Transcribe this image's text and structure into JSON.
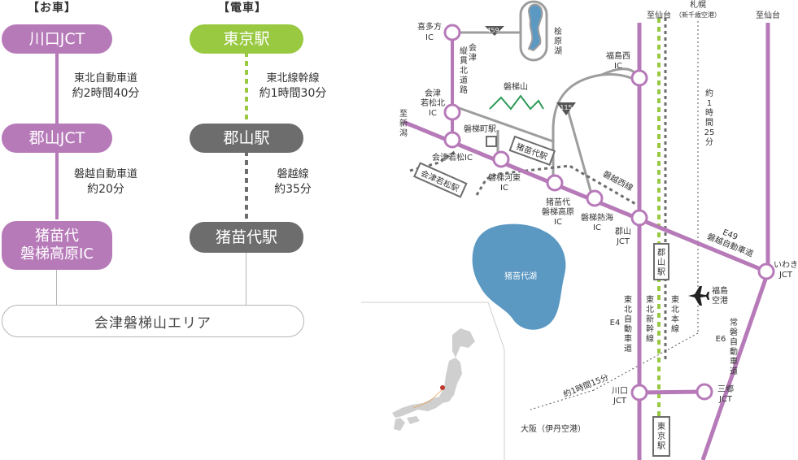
{
  "car": {
    "header": "【お車】",
    "node1": "川口JCT",
    "seg1_line1": "東北自動車道",
    "seg1_line2": "約2時間40分",
    "node2": "郡山JCT",
    "seg2_line1": "磐越自動車道",
    "seg2_line2": "約20分",
    "node3_line1": "猪苗代",
    "node3_line2": "磐梯高原IC"
  },
  "train": {
    "header": "【電車】",
    "node1": "東京駅",
    "seg1_line1": "東北線幹線",
    "seg1_line2": "約1時間30分",
    "node2": "郡山駅",
    "seg2_line1": "磐越線",
    "seg2_line2": "約35分",
    "node3": "猪苗代駅"
  },
  "area": "会津磐梯山エリア",
  "map": {
    "kitakata_ic": [
      "喜多方",
      "IC"
    ],
    "aizu_jukan": [
      "会",
      "津",
      "縦",
      "貫",
      "北",
      "道",
      "路"
    ],
    "route459": "459",
    "route115": "115",
    "hibara": [
      "桧",
      "原",
      "湖"
    ],
    "fukushima_nishi": [
      "福島西",
      "IC"
    ],
    "sendai_left": "至仙台",
    "sapporo": "札幌",
    "new_chitose": "（新千歳空港）",
    "sendai_right": "至仙台",
    "bandaisan": "磐梯山",
    "aizuwakamatsu_kita": [
      "会津",
      "若松北",
      "IC"
    ],
    "to_niigata": [
      "至",
      "新",
      "潟"
    ],
    "bandaimachi": "磐梯町駅",
    "aizuwakamatsu_ic": "会津若松IC",
    "inawashiro_sta": "猪苗代駅",
    "aizuwakamatsu_sta": "会津若松駅",
    "bandai_kawahigashi": [
      "磐梯河東",
      "IC"
    ],
    "banetsu_west": "磐越西線",
    "inawashiro_bandai": [
      "猪苗代",
      "磐梯高原",
      "IC"
    ],
    "bandai_atami": [
      "磐梯熱海",
      "IC"
    ],
    "koriyama_jct": [
      "郡山",
      "JCT"
    ],
    "e49": "E49",
    "banetsu_exp": "磐越自動車道",
    "iwaki_jct": [
      "いわき",
      "JCT"
    ],
    "lake": "猪苗代湖",
    "koriyama_sta": [
      "郡",
      "山",
      "駅"
    ],
    "fukushima_airport": [
      "福島",
      "空港"
    ],
    "sapporo_time": [
      "約",
      "1",
      "時",
      "間",
      "25",
      "分"
    ],
    "e4": "E4",
    "tohoku_exp": [
      "東",
      "北",
      "自",
      "動",
      "車",
      "道"
    ],
    "tohoku_shinkansen": [
      "東",
      "北",
      "新",
      "幹",
      "線"
    ],
    "tohoku_honsen": [
      "東",
      "北",
      "本",
      "線"
    ],
    "joban_exp": [
      "常",
      "磐",
      "自",
      "動",
      "車",
      "道"
    ],
    "e6": "E6",
    "osaka_time": "約1時間15分",
    "kawaguchi_jct": [
      "川口",
      "JCT"
    ],
    "misato_jct": [
      "三郷",
      "JCT"
    ],
    "osaka": "大阪（伊丹空港）",
    "tokyo_sta": [
      "東",
      "京",
      "駅"
    ]
  },
  "colors": {
    "purple": "#b77ab9",
    "green": "#98c940",
    "gray": "#6d6d6d",
    "road_gray": "#9d9d9d",
    "lake": "#5b98c2",
    "mountain": "#2e9a58"
  }
}
